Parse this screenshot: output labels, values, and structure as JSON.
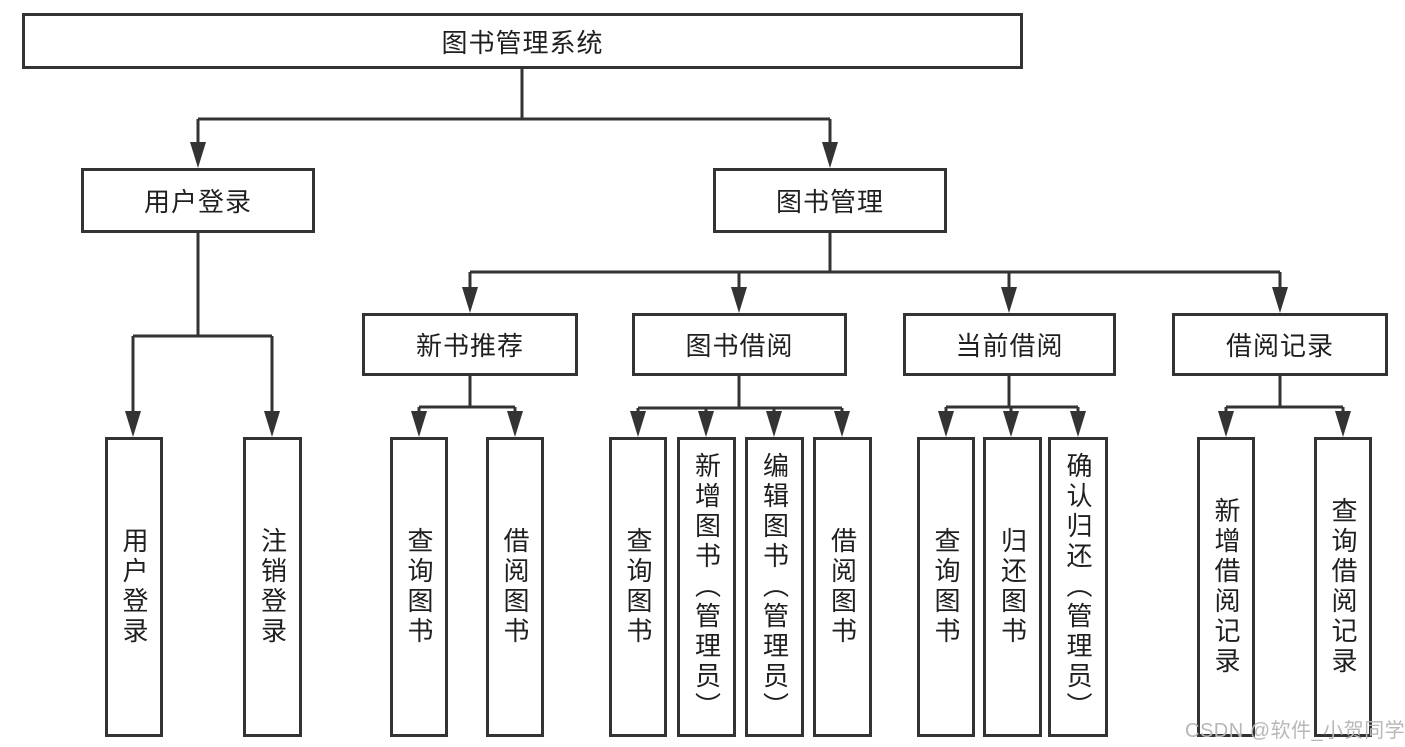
{
  "colors": {
    "line": "#333333",
    "box_border": "#333333",
    "box_fill": "#ffffff",
    "text": "#1f1f1f",
    "watermark": "#b8b8b8"
  },
  "tree": {
    "root": {
      "label": "图书管理系统"
    },
    "branches": [
      {
        "label": "用户登录",
        "children": [
          {
            "label": "用户登录"
          },
          {
            "label": "注销登录"
          }
        ]
      },
      {
        "label": "图书管理",
        "children": [
          {
            "label": "新书推荐",
            "children": [
              {
                "label": "查询图书"
              },
              {
                "label": "借阅图书"
              }
            ]
          },
          {
            "label": "图书借阅",
            "children": [
              {
                "label": "查询图书"
              },
              {
                "label": "新增图书（管理员）"
              },
              {
                "label": "编辑图书（管理员）"
              },
              {
                "label": "借阅图书"
              }
            ]
          },
          {
            "label": "当前借阅",
            "children": [
              {
                "label": "查询图书"
              },
              {
                "label": "归还图书"
              },
              {
                "label": "确认归还（管理员）"
              }
            ]
          },
          {
            "label": "借阅记录",
            "children": [
              {
                "label": "新增借阅记录"
              },
              {
                "label": "查询借阅记录"
              }
            ]
          }
        ]
      }
    ]
  },
  "watermark": {
    "text": "CSDN @软件_小贺同学"
  }
}
